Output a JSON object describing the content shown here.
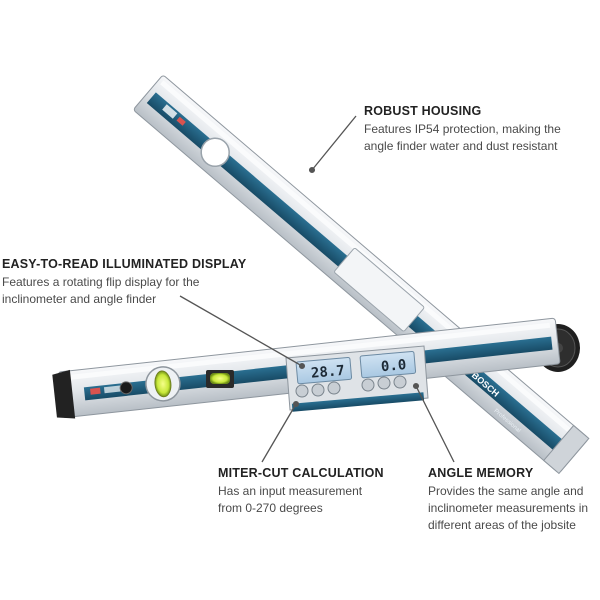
{
  "callouts": {
    "housing": {
      "title": "ROBUST HOUSING",
      "desc": "Features IP54 protection, making the\nangle finder water and dust resistant"
    },
    "display": {
      "title": "EASY-TO-READ ILLUMINATED DISPLAY",
      "desc": "Features a rotating flip display for the\ninclinometer and angle finder"
    },
    "miter": {
      "title": "MITER-CUT CALCULATION",
      "desc": "Has an input measurement\nfrom 0-270 degrees"
    },
    "memory": {
      "title": "ANGLE MEMORY",
      "desc": "Provides the same angle and\ninclinometer measurements in\ndifferent areas of the jobsite"
    }
  },
  "device": {
    "display_left_value": "28.7",
    "display_right_value": "0.0",
    "brand": "BOSCH",
    "model_label": "Professional"
  },
  "colors": {
    "aluminum": "#e4e8ec",
    "blue_stripe": "#1f5d7c",
    "lcd": "#b9d4ea",
    "end_cap": "#2a2a2a",
    "leader_line": "#555555"
  }
}
